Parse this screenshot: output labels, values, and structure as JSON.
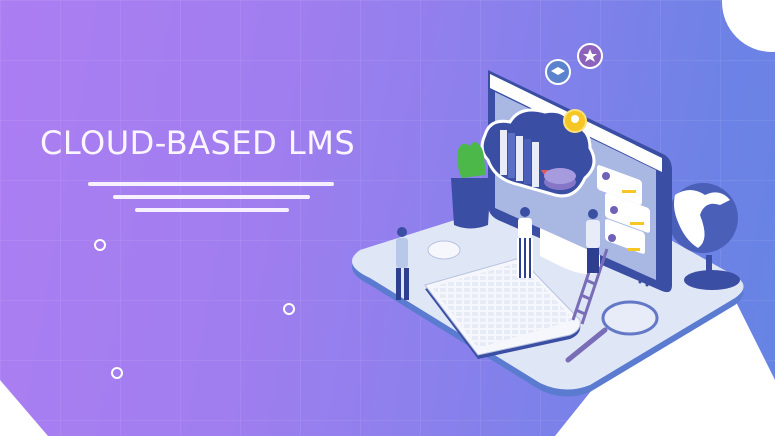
{
  "banner": {
    "title": "CLOUD-BASED LMS",
    "colors": {
      "gradient_start": "#ab7ef2",
      "gradient_end": "#6584e4",
      "text": "#fbf5ff",
      "platform": "#dfe6f6",
      "monitor_frame": "#3a4ea3",
      "screen": "#a9b8e3",
      "cactus": "#4cb84a",
      "badge_yellow": "#f5c624"
    },
    "decorative_lines": 3,
    "illustration": {
      "subject": "isometric computer with cloud library, people, keyboard, mouse, globe, cactus, ladder, magnifying glass",
      "badges": [
        "graduation-cap-badge",
        "star-badge",
        "lightbulb-badge"
      ],
      "review_cards": 3
    }
  }
}
